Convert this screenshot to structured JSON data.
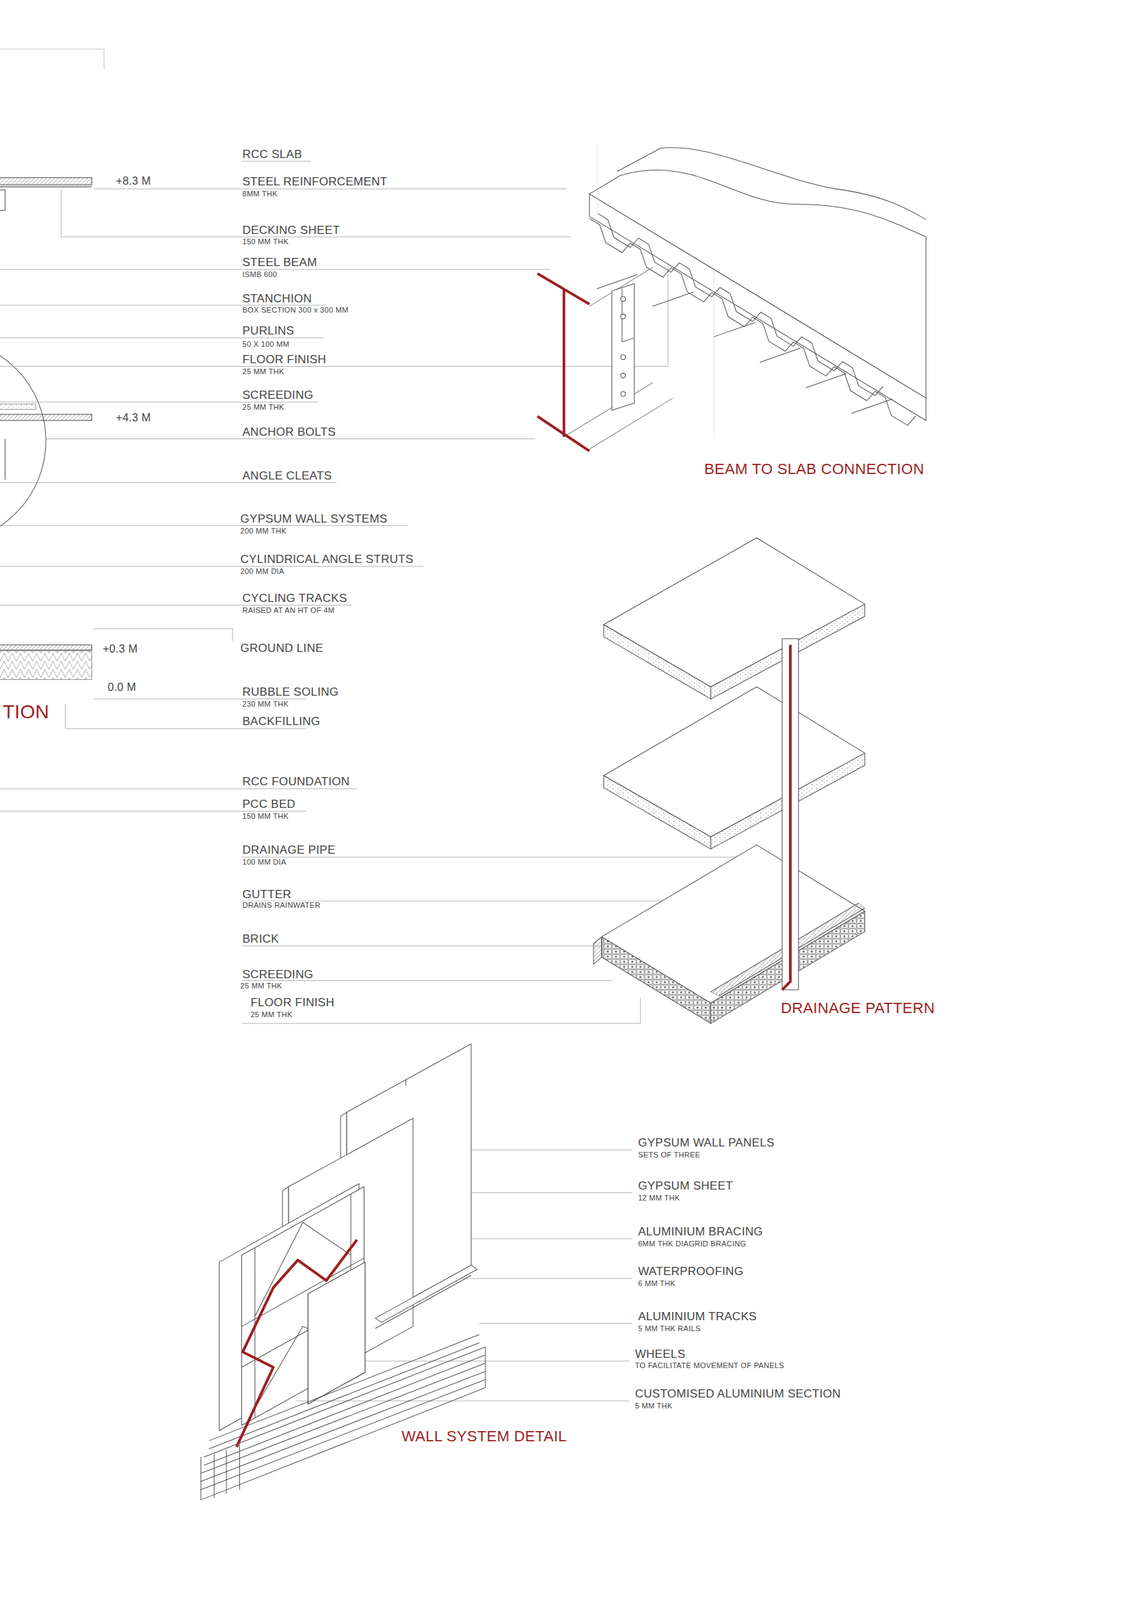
{
  "diagram": {
    "labels": [
      "RCC SLAB",
      "+8.3 M",
      "STEEL REINFORCEMENT",
      "8MM THK",
      "DECKING SHEET",
      "150 MM THK",
      "STEEL BEAM",
      "ISMB 600",
      "STANCHION",
      "BOX SECTION 300 x 300 MM",
      "PURLINS",
      "50 X 100 MM",
      "FLOOR FINISH",
      "25 MM THK",
      "SCREEDING",
      "25 MM THK",
      "+4.3 M",
      "ANCHOR BOLTS",
      "BEAM TO SLAB CONNECTION",
      "ANGLE CLEATS",
      "GYPSUM WALL SYSTEMS",
      "200 MM THK",
      "CYLINDRICAL ANGLE STRUTS",
      "200 MM DIA",
      "CYCLING TRACKS",
      "RAISED AT AN HT OF 4M",
      "+0.3 M",
      "GROUND LINE",
      "0.0 M",
      "RUBBLE SOLING",
      "230 MM THK",
      "TION",
      "BACKFILLING",
      "RCC FOUNDATION",
      "PCC BED",
      "150 MM THK",
      "DRAINAGE PIPE",
      "100 MM DIA",
      "GUTTER",
      "DRAINS RAINWATER",
      "BRICK",
      "SCREEDING",
      "25 MM THK",
      "FLOOR FINISH",
      "25 MM THK",
      "DRAINAGE PATTERN",
      "GYPSUM WALL PANELS",
      "SETS OF THREE",
      "GYPSUM SHEET",
      "12 MM THK",
      "ALUMINIUM BRACING",
      "6MM THK DIAGRID BRACING",
      "WATERPROOFING",
      "6 MM THK",
      "ALUMINIUM TRACKS",
      "5 MM THK RAILS",
      "WHEELS",
      "TO FACILITATE MOVEMENT OF PANELS",
      "CUSTOMISED ALUMINIUM SECTION",
      "5 MM THK",
      "WALL SYSTEM DETAIL"
    ]
  }
}
